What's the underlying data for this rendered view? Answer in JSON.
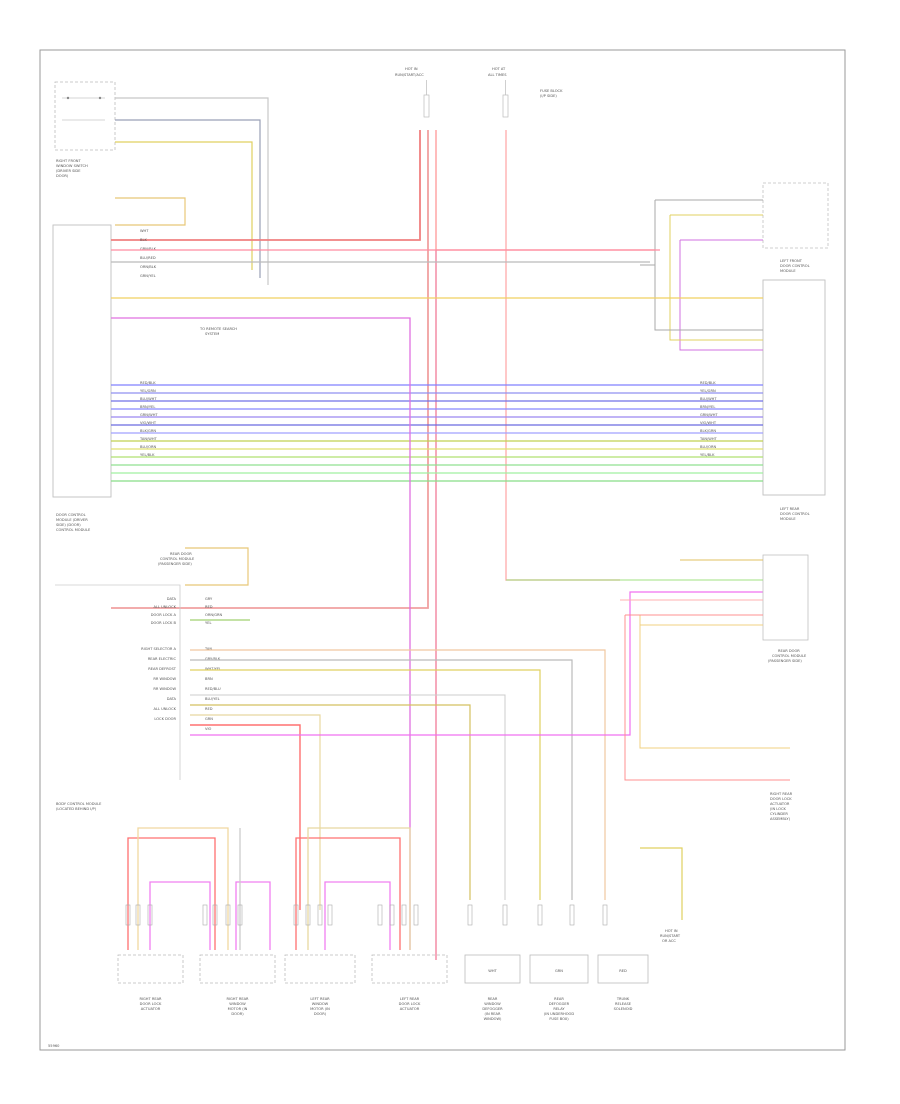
{
  "diagram": {
    "page_code": "55960",
    "top_labels": {
      "fuse_center": [
        "HOT IN",
        "RUN/START/ACC"
      ],
      "hot_at_all": [
        "HOT AT",
        "ALL TIMES"
      ],
      "fuse_note": [
        "FUSE BLOCK",
        "(I/P SIDE)"
      ]
    },
    "components": {
      "rf_window_switch": [
        "RIGHT FRONT",
        "WINDOW SWITCH",
        "(DRIVER SIDE",
        "DOOR)"
      ],
      "left_control_module": [
        "DOOR CONTROL",
        "MODULE (DRIVER",
        "SIDE) (DOOR)",
        "CONTROL MODULE"
      ],
      "right_control_module": [
        "LEFT FRONT",
        "DOOR CONTROL",
        "MODULE"
      ],
      "rear_control_module": [
        "REAR DOOR",
        "CONTROL MODULE",
        "(PASSENGER SIDE)"
      ],
      "rear_mid_module": [
        "LEFT REAR",
        "DOOR CONTROL",
        "MODULE"
      ],
      "body_module": [
        "BODY CONTROL MODULE",
        "(LOCATED BEHIND I/P)"
      ],
      "right_module_bottom": [
        "RIGHT REAR",
        "DOOR LOCK",
        "ACTUATOR",
        "(IN LOCK",
        "CYLINDER",
        "ASSEMBLY)"
      ],
      "bottom_labels": [
        [
          "RIGHT REAR",
          "DOOR LOCK",
          "ACTUATOR"
        ],
        [
          "RIGHT REAR",
          "WINDOW",
          "MOTOR (IN",
          "DOOR)"
        ],
        [
          "LEFT REAR",
          "WINDOW",
          "MOTOR (IN",
          "DOOR)"
        ],
        [
          "LEFT REAR",
          "DOOR LOCK",
          "ACTUATOR"
        ],
        [
          "REAR",
          "WINDOW",
          "DEFOGGER",
          "(IN REAR",
          "WINDOW)"
        ],
        [
          "REAR",
          "DEFOGGER",
          "RELAY",
          "(IN UNDERHOOD",
          "FUSE BOX)"
        ],
        [
          "TRUNK",
          "RELEASE",
          "SOLENOID"
        ]
      ],
      "bottom_right_label": [
        "HOT IN",
        "RUN/START",
        "OR ACC"
      ]
    },
    "pin_labels_left": [
      "WHT",
      "BLK",
      "GRN/BLK",
      "BLU/RED",
      "ORN/BLK",
      "GRN/YEL",
      "RED/BLK",
      "YEL/GRN",
      "BLU/WHT",
      "BRN/YEL",
      "GRN/WHT",
      "VIO/WHT",
      "BLK/GRN",
      "TAN/WHT",
      "BLU/ORN",
      "YEL/BLK"
    ],
    "pin_labels_mid": [
      "GRY",
      "RED",
      "ORN/GRN",
      "YEL",
      "TAN",
      "GRY/BLK",
      "WHT/YEL",
      "BRN",
      "RED/BLU",
      "BLU/YEL",
      "RED",
      "GRN",
      "VIO"
    ],
    "func_labels_mid": [
      "DATA",
      "ALL UNLOCK",
      "DOOR LOCK A",
      "DOOR LOCK B",
      "RIGHT SELECTOR A",
      "REAR ELECTRIC",
      "REAR DEFROST",
      "RR WINDOW",
      "RR WINDOW",
      "DATA",
      "ALL UNLOCK",
      "LOCK DOOR"
    ],
    "box_labels": [
      "WHT",
      "GRN",
      "RED"
    ],
    "status_note": [
      "TO REMOTE SEARCH",
      "SYSTEM"
    ]
  }
}
